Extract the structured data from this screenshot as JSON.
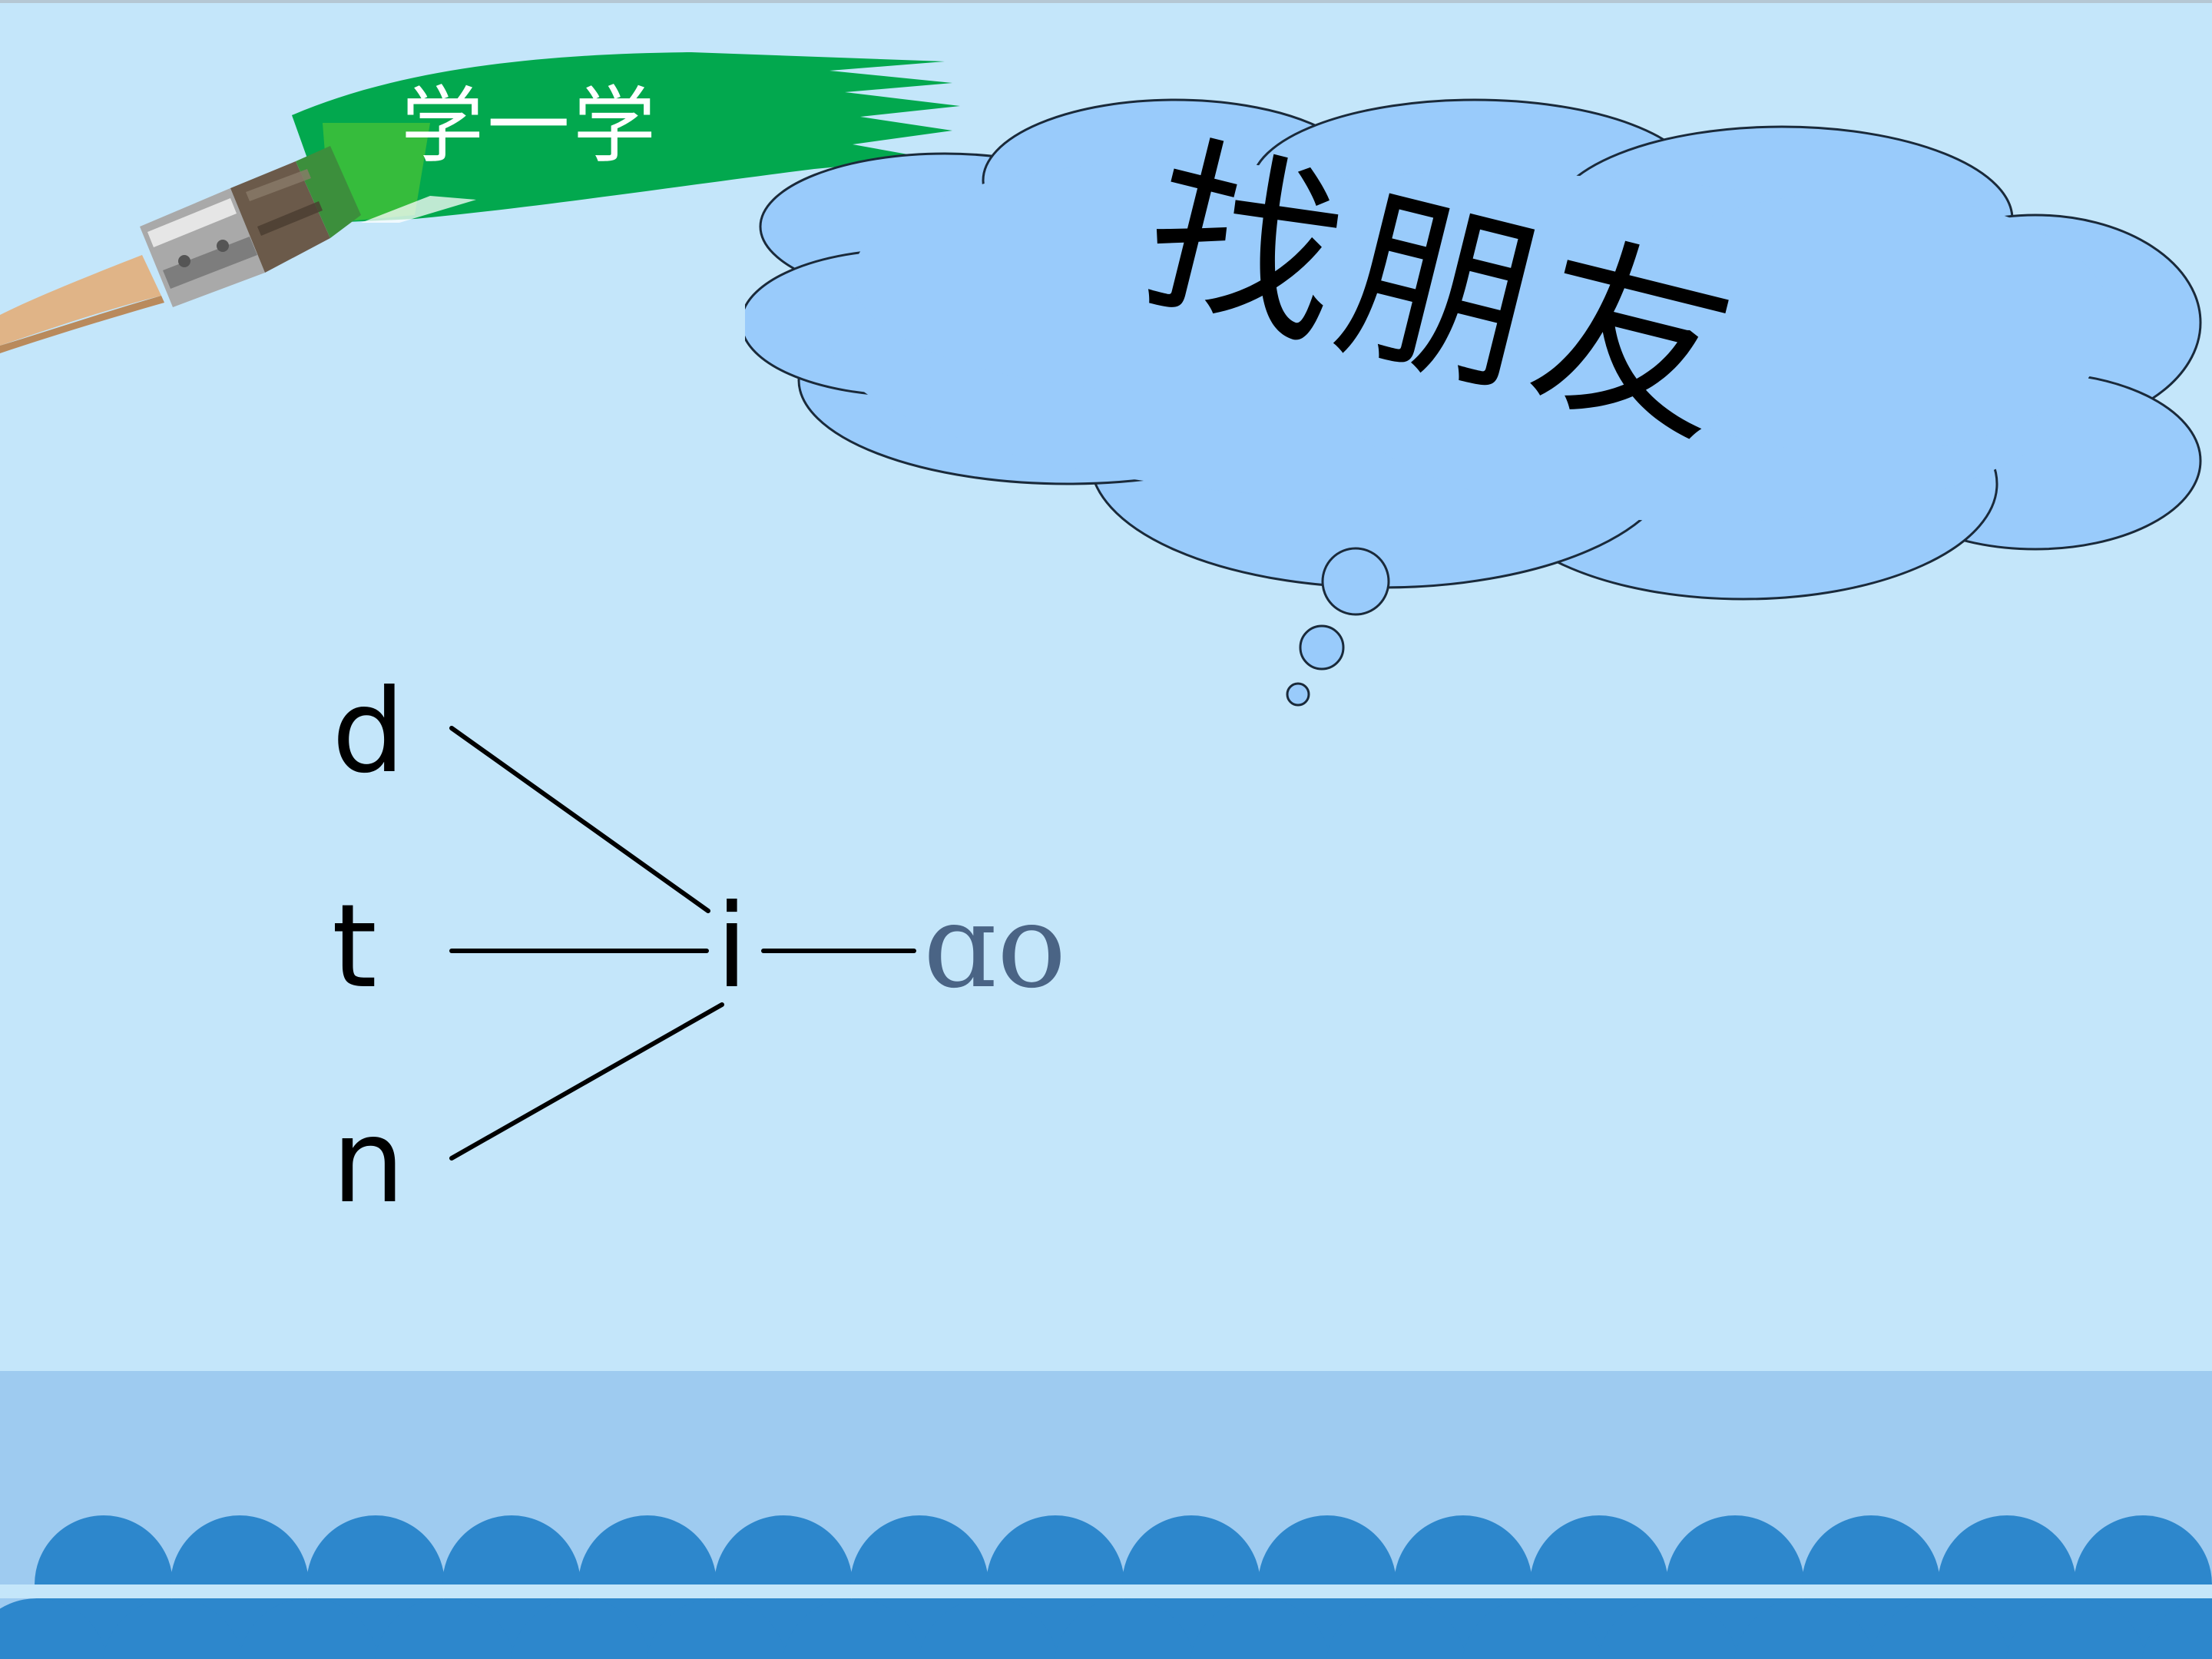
{
  "slide": {
    "banner_label": "学一学",
    "cloud_title": "找朋友"
  },
  "diagram": {
    "initials": [
      "d",
      "t",
      "n"
    ],
    "medial": "i",
    "final": "ɑo"
  },
  "colors": {
    "background": "#c4e6fa",
    "brush_paint": "#02a84e",
    "cloud_fill": "#99cbfb",
    "sea_band": "#9ecbf0",
    "wave": "#2d87cc",
    "final_text": "#4a6485"
  },
  "icons": [
    "paint-brush-icon",
    "thought-cloud-icon"
  ]
}
